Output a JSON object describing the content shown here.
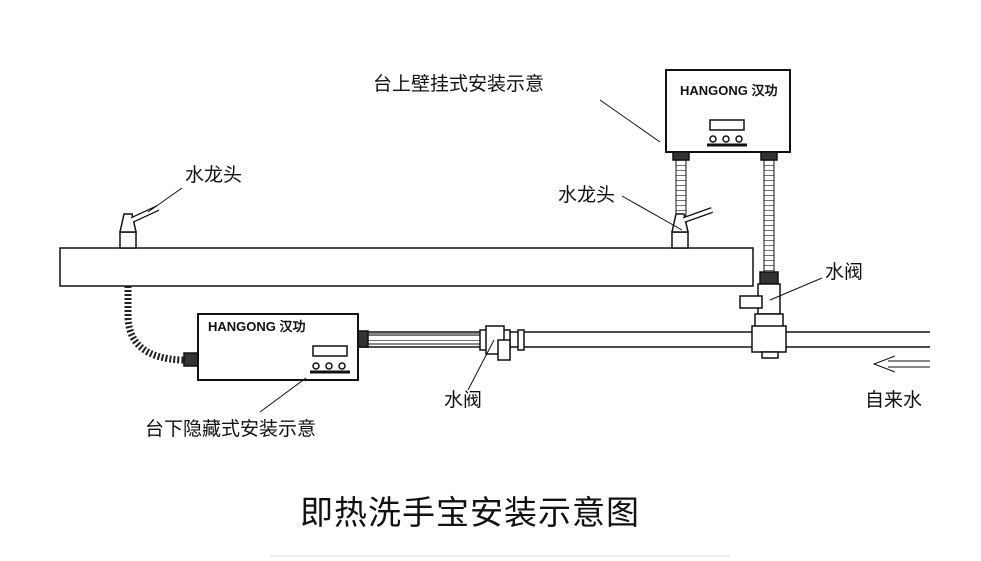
{
  "title": "即热洗手宝安装示意图",
  "labels": {
    "wall_mount": "台上壁挂式安装示意",
    "under_counter": "台下隐藏式安装示意",
    "faucet_left": "水龙头",
    "faucet_right": "水龙头",
    "valve_right": "水阀",
    "valve_left": "水阀",
    "tap_water": "自来水"
  },
  "heater_top": {
    "brand": "HANGONG 汉功"
  },
  "heater_bottom": {
    "brand": "HANGONG 汉功"
  }
}
